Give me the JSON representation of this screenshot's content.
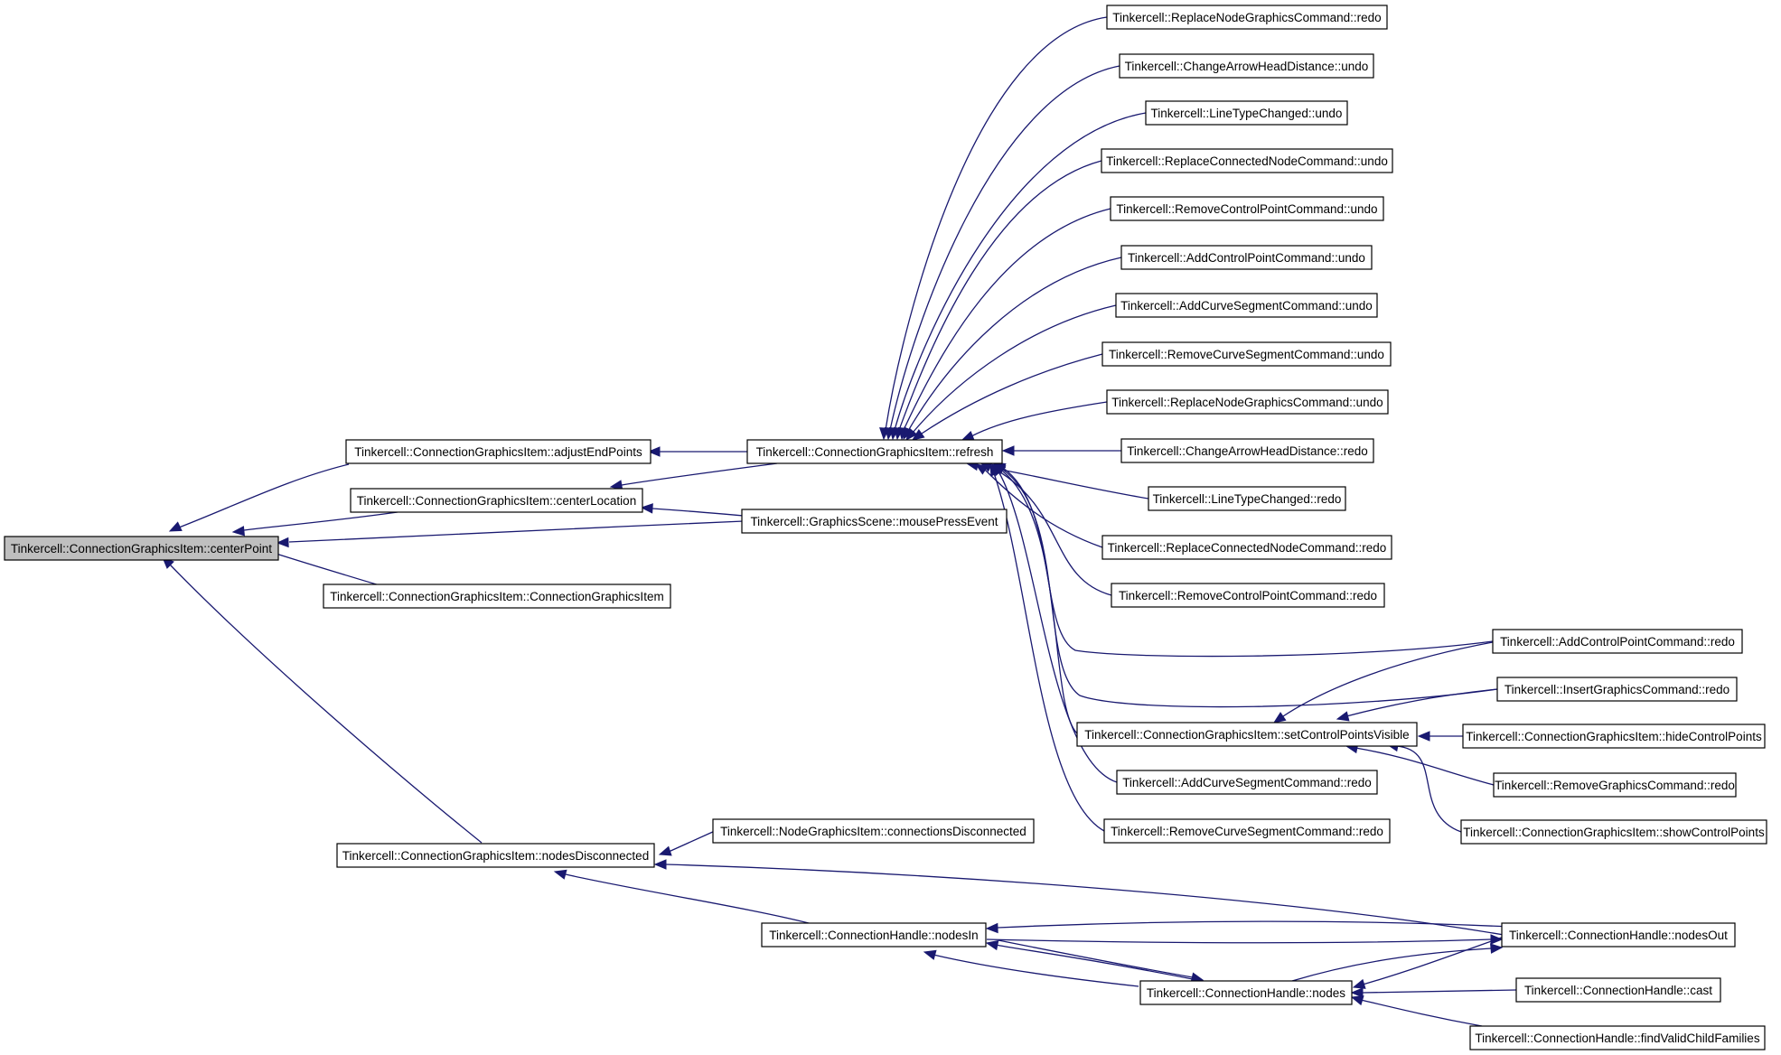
{
  "nodes": [
    {
      "id": "n_center_point",
      "label": "Tinkercell::ConnectionGraphicsItem::centerPoint",
      "root": true
    },
    {
      "id": "n_adjust_end_points",
      "label": "Tinkercell::ConnectionGraphicsItem::adjustEndPoints"
    },
    {
      "id": "n_center_location",
      "label": "Tinkercell::ConnectionGraphicsItem::centerLocation"
    },
    {
      "id": "n_ctor",
      "label": "Tinkercell::ConnectionGraphicsItem::ConnectionGraphicsItem"
    },
    {
      "id": "n_nodes_disconnected",
      "label": "Tinkercell::ConnectionGraphicsItem::nodesDisconnected"
    },
    {
      "id": "n_refresh",
      "label": "Tinkercell::ConnectionGraphicsItem::refresh"
    },
    {
      "id": "n_mouse_press",
      "label": "Tinkercell::GraphicsScene::mousePressEvent"
    },
    {
      "id": "n_conn_disconnected",
      "label": "Tinkercell::NodeGraphicsItem::connectionsDisconnected"
    },
    {
      "id": "n_nodes_in",
      "label": "Tinkercell::ConnectionHandle::nodesIn"
    },
    {
      "id": "n_nodes",
      "label": "Tinkercell::ConnectionHandle::nodes"
    },
    {
      "id": "n_rngc_redo",
      "label": "Tinkercell::ReplaceNodeGraphicsCommand::redo"
    },
    {
      "id": "n_cahd_undo",
      "label": "Tinkercell::ChangeArrowHeadDistance::undo"
    },
    {
      "id": "n_ltc_undo",
      "label": "Tinkercell::LineTypeChanged::undo"
    },
    {
      "id": "n_rcnc_undo",
      "label": "Tinkercell::ReplaceConnectedNodeCommand::undo"
    },
    {
      "id": "n_rcpc_undo",
      "label": "Tinkercell::RemoveControlPointCommand::undo"
    },
    {
      "id": "n_acpc_undo",
      "label": "Tinkercell::AddControlPointCommand::undo"
    },
    {
      "id": "n_acsc_undo",
      "label": "Tinkercell::AddCurveSegmentCommand::undo"
    },
    {
      "id": "n_rcsc_undo",
      "label": "Tinkercell::RemoveCurveSegmentCommand::undo"
    },
    {
      "id": "n_rngc_undo",
      "label": "Tinkercell::ReplaceNodeGraphicsCommand::undo"
    },
    {
      "id": "n_cahd_redo",
      "label": "Tinkercell::ChangeArrowHeadDistance::redo"
    },
    {
      "id": "n_ltc_redo",
      "label": "Tinkercell::LineTypeChanged::redo"
    },
    {
      "id": "n_rcnc_redo",
      "label": "Tinkercell::ReplaceConnectedNodeCommand::redo"
    },
    {
      "id": "n_rcpc_redo",
      "label": "Tinkercell::RemoveControlPointCommand::redo"
    },
    {
      "id": "n_set_cp_visible",
      "label": "Tinkercell::ConnectionGraphicsItem::setControlPointsVisible"
    },
    {
      "id": "n_acsc_redo",
      "label": "Tinkercell::AddCurveSegmentCommand::redo"
    },
    {
      "id": "n_rcsc_redo",
      "label": "Tinkercell::RemoveCurveSegmentCommand::redo"
    },
    {
      "id": "n_acpc_redo",
      "label": "Tinkercell::AddControlPointCommand::redo"
    },
    {
      "id": "n_igc_redo",
      "label": "Tinkercell::InsertGraphicsCommand::redo"
    },
    {
      "id": "n_hide_cp",
      "label": "Tinkercell::ConnectionGraphicsItem::hideControlPoints"
    },
    {
      "id": "n_rgc_redo",
      "label": "Tinkercell::RemoveGraphicsCommand::redo"
    },
    {
      "id": "n_show_cp",
      "label": "Tinkercell::ConnectionGraphicsItem::showControlPoints"
    },
    {
      "id": "n_nodes_out",
      "label": "Tinkercell::ConnectionHandle::nodesOut"
    },
    {
      "id": "n_cast",
      "label": "Tinkercell::ConnectionHandle::cast"
    },
    {
      "id": "n_find_valid",
      "label": "Tinkercell::ConnectionHandle::findValidChildFamilies"
    }
  ],
  "colors": {
    "edge": "#191970",
    "node_border": "#000000",
    "node_fill": "#ffffff",
    "root_fill": "#bfbfbf"
  }
}
